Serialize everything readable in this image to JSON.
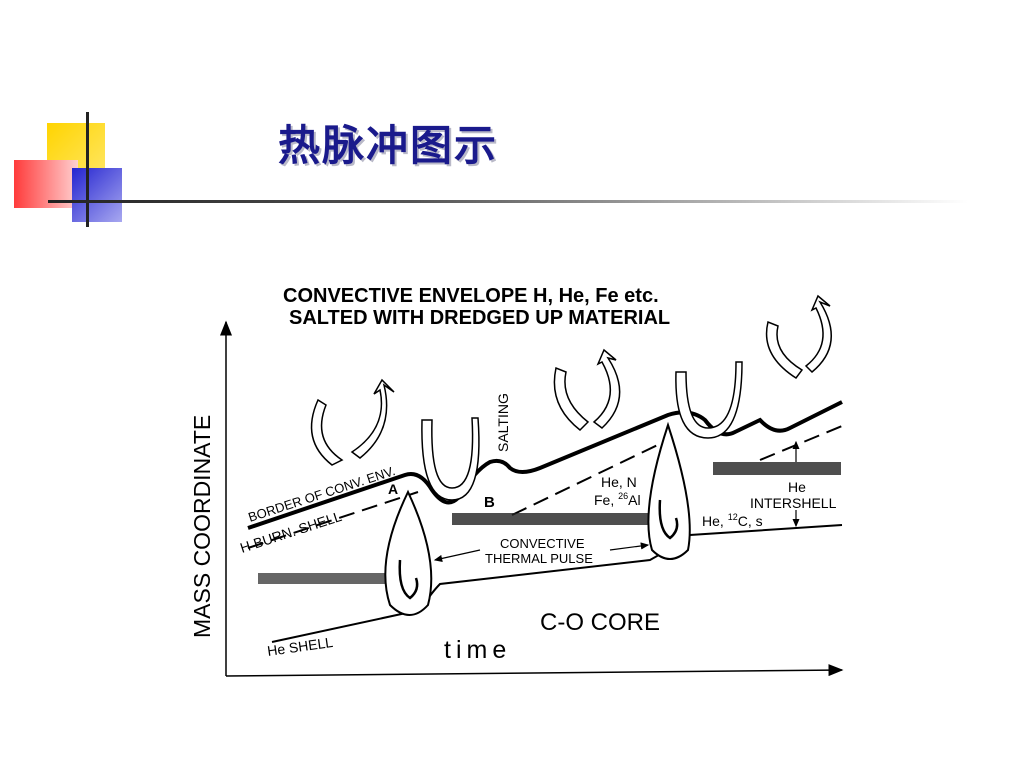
{
  "slide": {
    "title": "热脉冲图示"
  },
  "diagram": {
    "header_line1": "CONVECTIVE  ENVELOPE  H, He, Fe etc.",
    "header_line2": "SALTED WITH DREDGED UP MATERIAL",
    "y_axis_label": "MASS  COORDINATE",
    "x_axis_label": "time",
    "core_label": "C-O CORE",
    "he_shell_label": "He SHELL",
    "h_burn_shell_label": "H  BURN. SHELL",
    "border_label": "BORDER OF CONV. ENV.",
    "salting_label": "SALTING",
    "point_a": "A",
    "point_b": "B",
    "he_n_label": "He, N",
    "fe_al_prefix": "Fe, ",
    "al_mass_number": "26",
    "al_symbol": "Al",
    "convective_label": "CONVECTIVE",
    "thermal_pulse_label": "THERMAL PULSE",
    "he_label": "He",
    "intershell_label": "INTERSHELL",
    "he_c_prefix": "He, ",
    "c_mass_number": "12",
    "c_suffix": "C, s"
  },
  "colors": {
    "title": "#1a1a8c",
    "deco_yellow": "#ffd400",
    "deco_red": "#ff4a4a",
    "deco_blue": "#2b2bd6"
  }
}
